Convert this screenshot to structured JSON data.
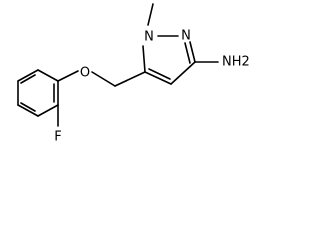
{
  "molecule": {
    "atoms": {
      "o": "O",
      "n1": "N",
      "n2": "N",
      "nh2": "NH2",
      "f": "F"
    },
    "colors": {
      "bond": "#000000",
      "label": "#000000",
      "background": "#ffffff"
    }
  }
}
